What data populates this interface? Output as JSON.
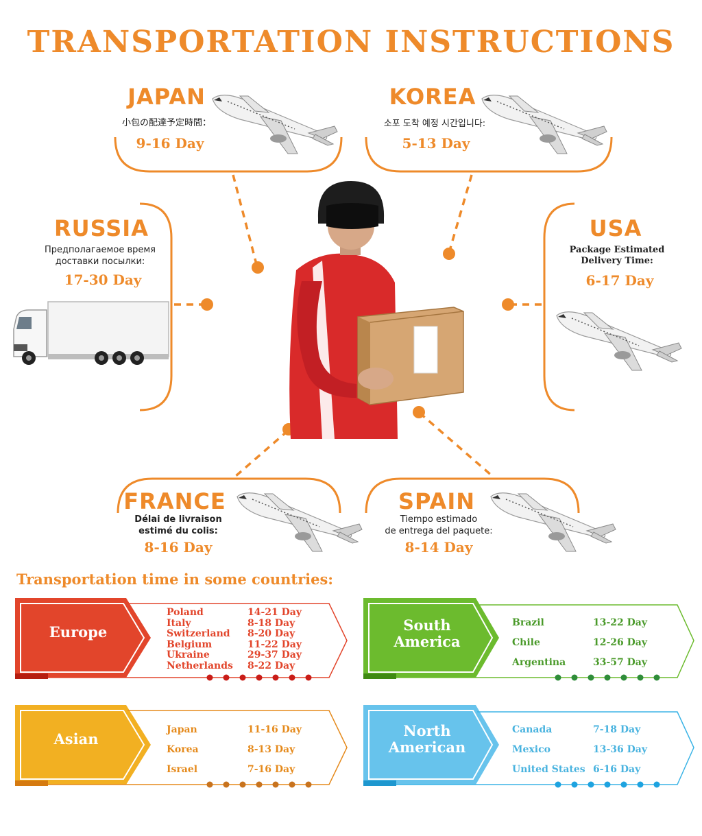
{
  "title": "TRANSPORTATION INSTRUCTIONS",
  "colors": {
    "accent": "#ee8a2a",
    "europe": "#e2452b",
    "south_america": "#6cbb2e",
    "asian": "#f2b022",
    "north_american": "#67c3ec"
  },
  "destinations": {
    "japan": {
      "name": "JAPAN",
      "subtitle": "小包の配達予定時間：",
      "days": "9-16 Day"
    },
    "korea": {
      "name": "KOREA",
      "subtitle": "소포 도착 예정 시간입니다:",
      "days": "5-13 Day"
    },
    "russia": {
      "name": "RUSSIA",
      "subtitle_line1": "Предполагаемое время",
      "subtitle_line2": "доставки посылки:",
      "days": "17-30 Day"
    },
    "usa": {
      "name": "USA",
      "subtitle_line1": "Package Estimated",
      "subtitle_line2": "Delivery Time:",
      "days": "6-17 Day"
    },
    "france": {
      "name": "FRANCE",
      "subtitle_line1": "Délai de livraison",
      "subtitle_line2": "estimé du colis:",
      "days": "8-16 Day"
    },
    "spain": {
      "name": "SPAIN",
      "subtitle_line1": "Tiempo estimado",
      "subtitle_line2": "de entrega del paquete:",
      "days": "8-14 Day"
    }
  },
  "section_title": "Transportation time in some countries:",
  "regions": {
    "europe": {
      "name": "Europe",
      "rows": [
        {
          "country": "Poland",
          "days": "14-21 Day"
        },
        {
          "country": "Italy",
          "days": "8-18 Day"
        },
        {
          "country": "Switzerland",
          "days": "8-20 Day"
        },
        {
          "country": "Belgium",
          "days": "11-22 Day"
        },
        {
          "country": "Ukraine",
          "days": "29-37 Day"
        },
        {
          "country": "Netherlands",
          "days": "8-22 Day"
        }
      ]
    },
    "south_america": {
      "name_line1": "South",
      "name_line2": "America",
      "rows": [
        {
          "country": "Brazil",
          "days": "13-22 Day"
        },
        {
          "country": "Chile",
          "days": "12-26 Day"
        },
        {
          "country": "Argentina",
          "days": "33-57 Day"
        }
      ]
    },
    "asian": {
      "name": "Asian",
      "rows": [
        {
          "country": "Japan",
          "days": "11-16 Day"
        },
        {
          "country": "Korea",
          "days": "8-13 Day"
        },
        {
          "country": "Israel",
          "days": "7-16 Day"
        }
      ]
    },
    "north_american": {
      "name_line1": "North",
      "name_line2": "American",
      "rows": [
        {
          "country": "Canada",
          "days": "7-18 Day"
        },
        {
          "country": "Mexico",
          "days": "13-36 Day"
        },
        {
          "country": "United States",
          "days": "6-16 Day"
        }
      ]
    }
  }
}
